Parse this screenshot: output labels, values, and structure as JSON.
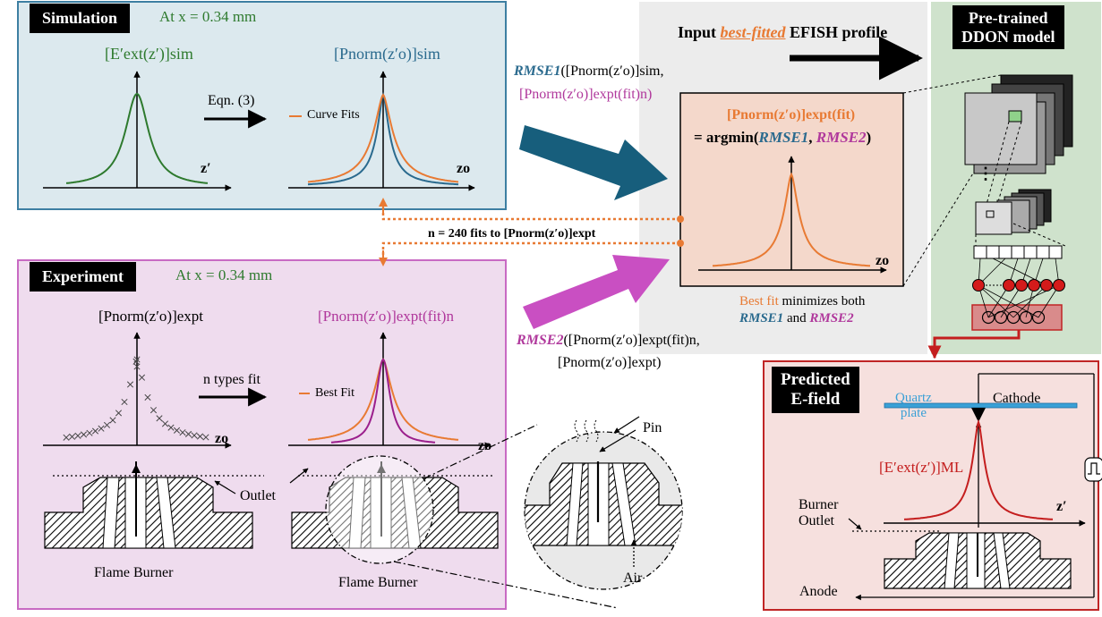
{
  "simulation": {
    "tag": "Simulation",
    "position": "At x = 0.34 mm",
    "efield_label": "[E′ext(z′)]sim",
    "pnorm_label": "[Pnorm(z′o)]sim",
    "eqn_label": "Eqn. (3)",
    "legend_curve_fits": "Curve Fits",
    "axis_z": "z′",
    "axis_zo": "zo"
  },
  "experiment": {
    "tag": "Experiment",
    "position": "At x = 0.34 mm",
    "expt_label": "[Pnorm(z′o)]expt",
    "fit_label": "[Pnorm(z′o)]expt(fit)n",
    "types_fit": "n types fit",
    "legend_best_fit": "Best Fit",
    "axis_zo": "zo",
    "outlet": "Outlet",
    "burner_left": "Flame Burner",
    "burner_right": "Flame Burner"
  },
  "fits_note": "n = 240 fits to [Pnorm(z′o)]expt",
  "rmse1": {
    "name": "RMSE1",
    "args_line1": "([Pnorm(z′o)]sim,",
    "args_line2": "[Pnorm(z′o)]expt(fit)n)"
  },
  "rmse2": {
    "name": "RMSE2",
    "args_line1": "([Pnorm(z′o)]expt(fit)n,",
    "args_line2": "[Pnorm(z′o)]expt)"
  },
  "input_header": {
    "prefix": "Input ",
    "emphasis": "best-fitted",
    "suffix": " EFISH profile"
  },
  "best_fit_box": {
    "title": "[Pnorm(z′o)]expt(fit)",
    "formula_prefix": "= argmin(",
    "formula_rmse1": "RMSE1",
    "formula_sep": ", ",
    "formula_rmse2": "RMSE2",
    "formula_suffix": ")",
    "axis_zo": "zo",
    "caption_line1_a": "Best fit",
    "caption_line1_b": " minimizes both",
    "caption_rmse1": "RMSE1",
    "caption_and": " and ",
    "caption_rmse2": "RMSE2"
  },
  "ddon": {
    "title_line1": "Pre-trained",
    "title_line2": "DDON model",
    "dots": "⋮"
  },
  "zoom": {
    "pin": "Pin",
    "air": "Air"
  },
  "predicted": {
    "tag_line1": "Predicted",
    "tag_line2": "E-field",
    "quartz_line1": "Quartz",
    "quartz_line2": "plate",
    "cathode": "Cathode",
    "efield_label": "[E′ext(z′)]ML",
    "burner_line1": "Burner",
    "burner_line2": "Outlet",
    "axis_z": "z′",
    "anode": "Anode"
  },
  "colors": {
    "sim_bg": "#dce9ee",
    "sim_border": "#3d7fa2",
    "exp_bg": "#efdcee",
    "exp_border": "#c86ac3",
    "best_bg": "#f4d8cb",
    "pred_bg": "#f6e0de",
    "pred_border": "#c02525",
    "ddon_bg": "#cfe2cc",
    "green": "#2e7a2e",
    "blue": "#2a6a8e",
    "orange": "#e87a33",
    "purple": "#9b1f8c",
    "red": "#c41e1e",
    "teal_arrow": "#175e7c",
    "magenta_arrow": "#c94fc2"
  }
}
